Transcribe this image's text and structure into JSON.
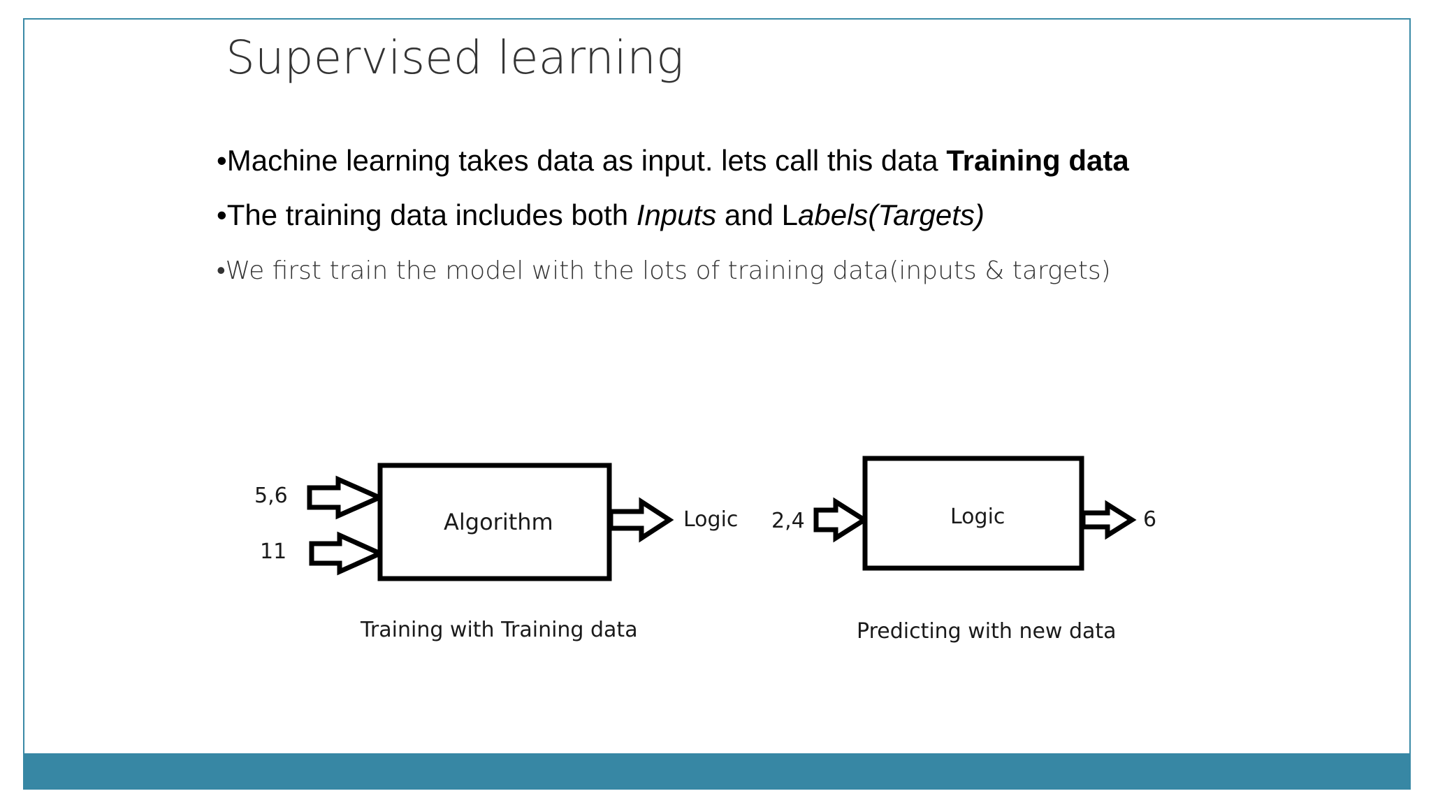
{
  "slide": {
    "title": "Supervised learning",
    "bullets": [
      {
        "marker": "•",
        "text_a": "Machine learning takes data as input. lets call this data ",
        "bold": "Training data"
      },
      {
        "marker": "•",
        "text_a": "The training data includes both ",
        "italic_a": "Inputs",
        "text_b": " and L",
        "italic_b": "abels(Targets)"
      },
      {
        "marker": "•",
        "text_a": "We first train the model with the lots of training data(inputs & targets)"
      }
    ]
  },
  "diagram": {
    "training": {
      "inputs": [
        "5,6",
        "11"
      ],
      "box_label": "Algorithm",
      "output": "Logic",
      "caption": "Training with Training data"
    },
    "predicting": {
      "input": "2,4",
      "box_label": "Logic",
      "output": "6",
      "caption": "Predicting with new data"
    }
  },
  "colors": {
    "accent": "#3787a4",
    "frame": "#3a8aa6"
  }
}
